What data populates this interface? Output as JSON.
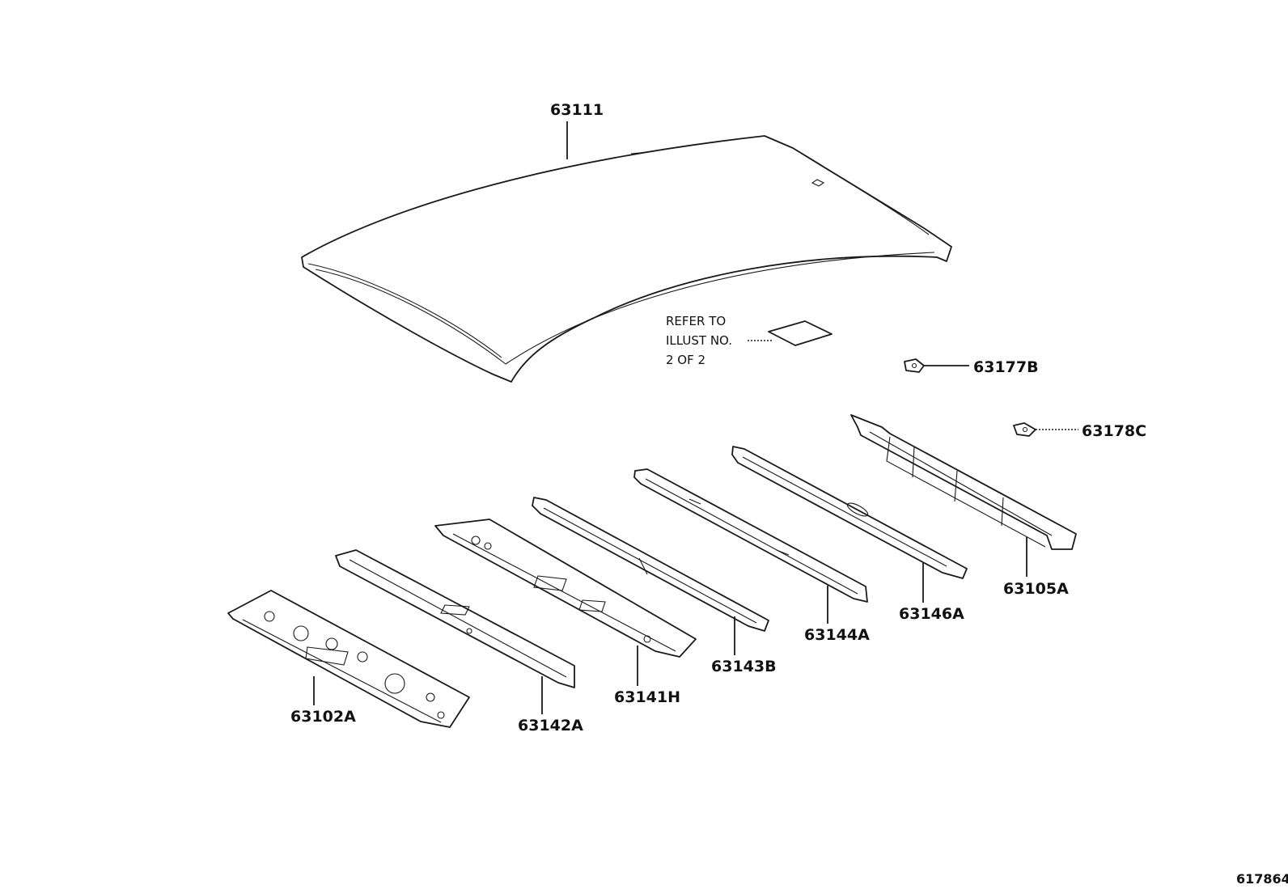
{
  "diagram": {
    "figure_number": "617864",
    "note": {
      "line1": "REFER TO",
      "line2": "ILLUST NO.",
      "line3": "2 OF 2"
    },
    "parts": [
      {
        "id": "roof",
        "label": "63111"
      },
      {
        "id": "bracket_b",
        "label": "63177B"
      },
      {
        "id": "bracket_c",
        "label": "63178C"
      },
      {
        "id": "rear_header",
        "label": "63105A"
      },
      {
        "id": "bow_146",
        "label": "63146A"
      },
      {
        "id": "bow_144",
        "label": "63144A"
      },
      {
        "id": "bow_143",
        "label": "63143B"
      },
      {
        "id": "bow_141",
        "label": "63141H"
      },
      {
        "id": "bow_142",
        "label": "63142A"
      },
      {
        "id": "front_header",
        "label": "63102A"
      }
    ]
  }
}
